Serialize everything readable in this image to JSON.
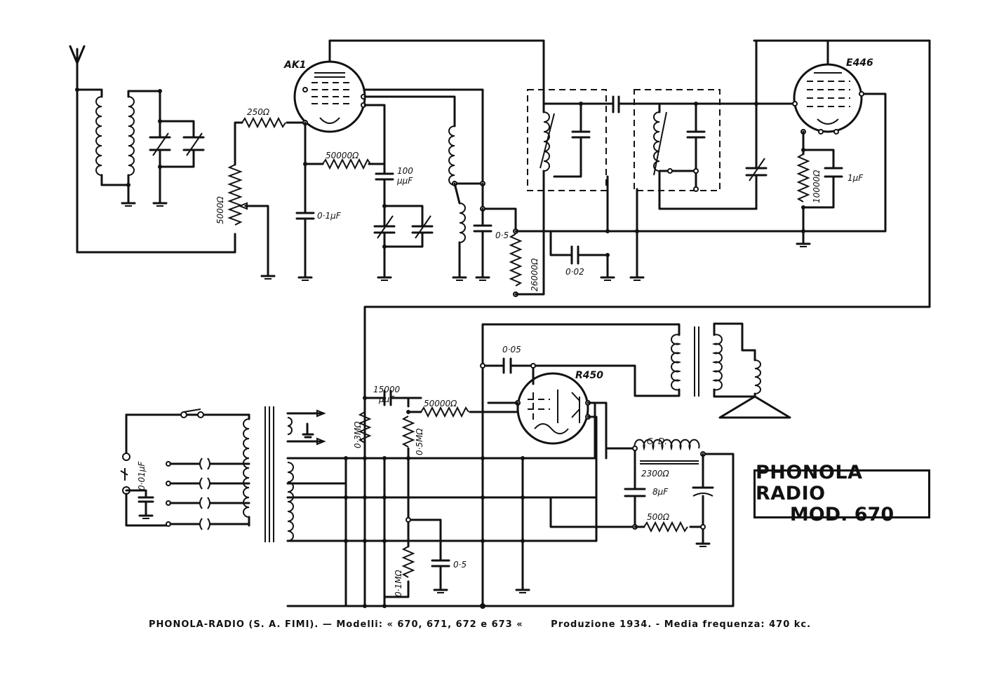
{
  "title_box": {
    "line1": "PHONOLA RADIO",
    "line2": "MOD. 670"
  },
  "caption": {
    "part1": "PHONOLA-RADIO (S. A. FIMI). — Modelli: « 670, 671, 672 e 673 «",
    "part2": "Produzione 1934. - Media frequenza: 470 kc."
  },
  "tubes": {
    "ak1": "AK1",
    "e446": "E446",
    "r450": "R450"
  },
  "components": {
    "r_250": "250Ω",
    "r_50000_a": "50000Ω",
    "r_5000": "5000Ω",
    "c_100": "100",
    "c_100_unit": "µµF",
    "c_01": "0·1µF",
    "c_05_a": "0·5",
    "r_26000": "26000Ω",
    "c_002": "0·02",
    "r_10000": "10000Ω",
    "c_1uf": "1µF",
    "c_005": "0·05",
    "c_15000": "15000",
    "c_15000_unit": "µµF",
    "r_50000_b": "50000Ω",
    "r_03": "0·3MΩ",
    "r_05": "0·5MΩ",
    "r_01": "0·1MΩ",
    "c_05_b": "0·5",
    "cd": "C. D.",
    "r_2300": "2300Ω",
    "c_8": "8µF",
    "r_500": "500Ω",
    "c_001": "0·01µF"
  },
  "colors": {
    "ink": "#111111",
    "paper": "#ffffff"
  }
}
